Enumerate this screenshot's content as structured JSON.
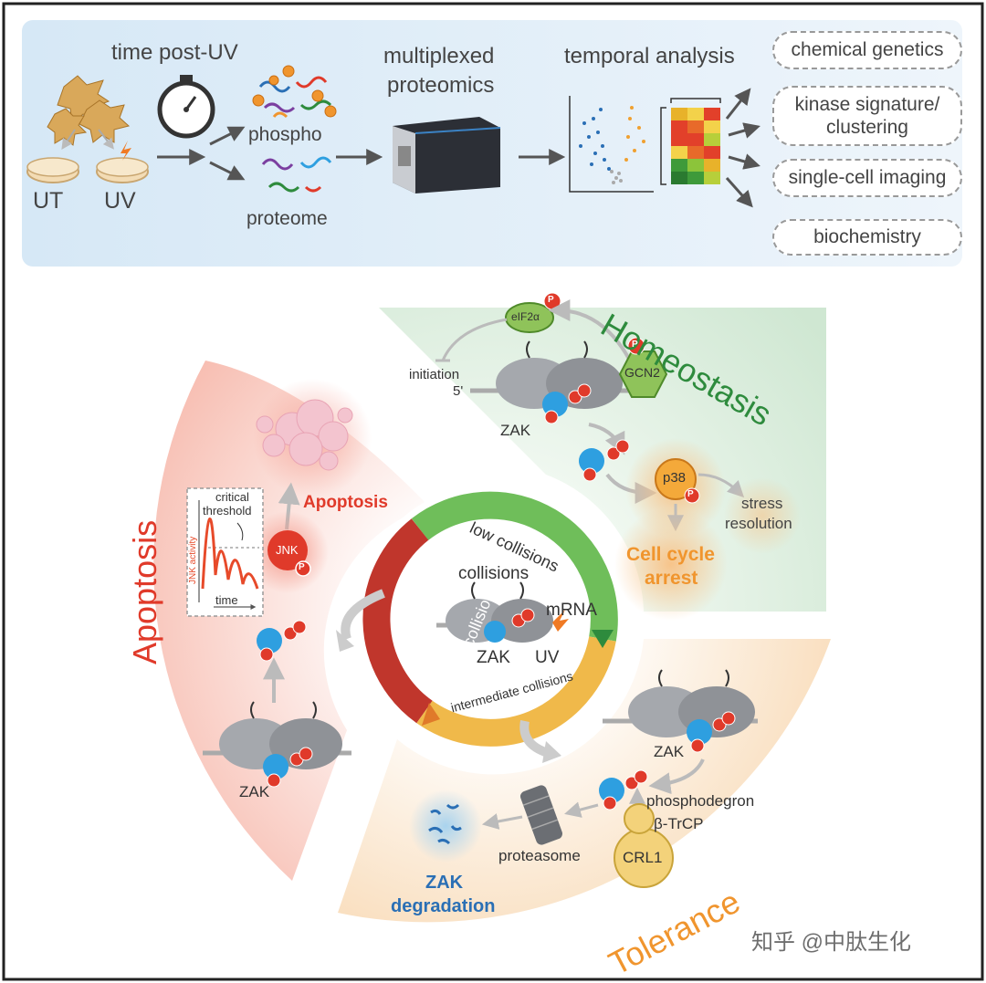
{
  "top_panel": {
    "time_label": "time post-UV",
    "ut_label": "UT",
    "uv_label": "UV",
    "phospho_label": "phospho",
    "proteome_label": "proteome",
    "multiplexed_label": "multiplexed",
    "proteomics_label": "proteomics",
    "temporal_label": "temporal analysis",
    "outputs": [
      "chemical genetics",
      "kinase signature/",
      "clustering",
      "single-cell imaging",
      "biochemistry"
    ]
  },
  "center": {
    "low": "low collisions",
    "high": "high collisions",
    "intermediate": "intermediate collisions",
    "collisions": "collisions",
    "mrna": "mRNA",
    "zak": "ZAK",
    "uv": "UV"
  },
  "homeostasis": {
    "title": "Homeostasis",
    "eif2a": "eIF2α",
    "initiation": "initiation",
    "five_prime": "5'",
    "gcn2": "GCN2",
    "zak": "ZAK",
    "p38": "p38",
    "stress1": "stress",
    "stress2": "resolution",
    "cc1": "Cell cycle",
    "cc2": "arrest"
  },
  "apoptosis": {
    "title": "Apoptosis",
    "label": "Apoptosis",
    "jnk": "JNK",
    "critical": "critical",
    "threshold": "threshold",
    "jnk_activity": "JNK activity",
    "time": "time",
    "zak": "ZAK"
  },
  "tolerance": {
    "title": "Tolerance",
    "zak": "ZAK",
    "phosphodegron": "phosphodegron",
    "btrcp": "β-TrCP",
    "crl1": "CRL1",
    "proteasome": "proteasome",
    "deg1": "ZAK",
    "deg2": "degradation"
  },
  "p_label": "P",
  "watermark": "知乎 @中肽生化",
  "colors": {
    "green": "#2e8b3d",
    "red": "#e03a2a",
    "orange": "#f0952e",
    "blue": "#2a6fb5",
    "zak_blue": "#2e9fe0"
  }
}
